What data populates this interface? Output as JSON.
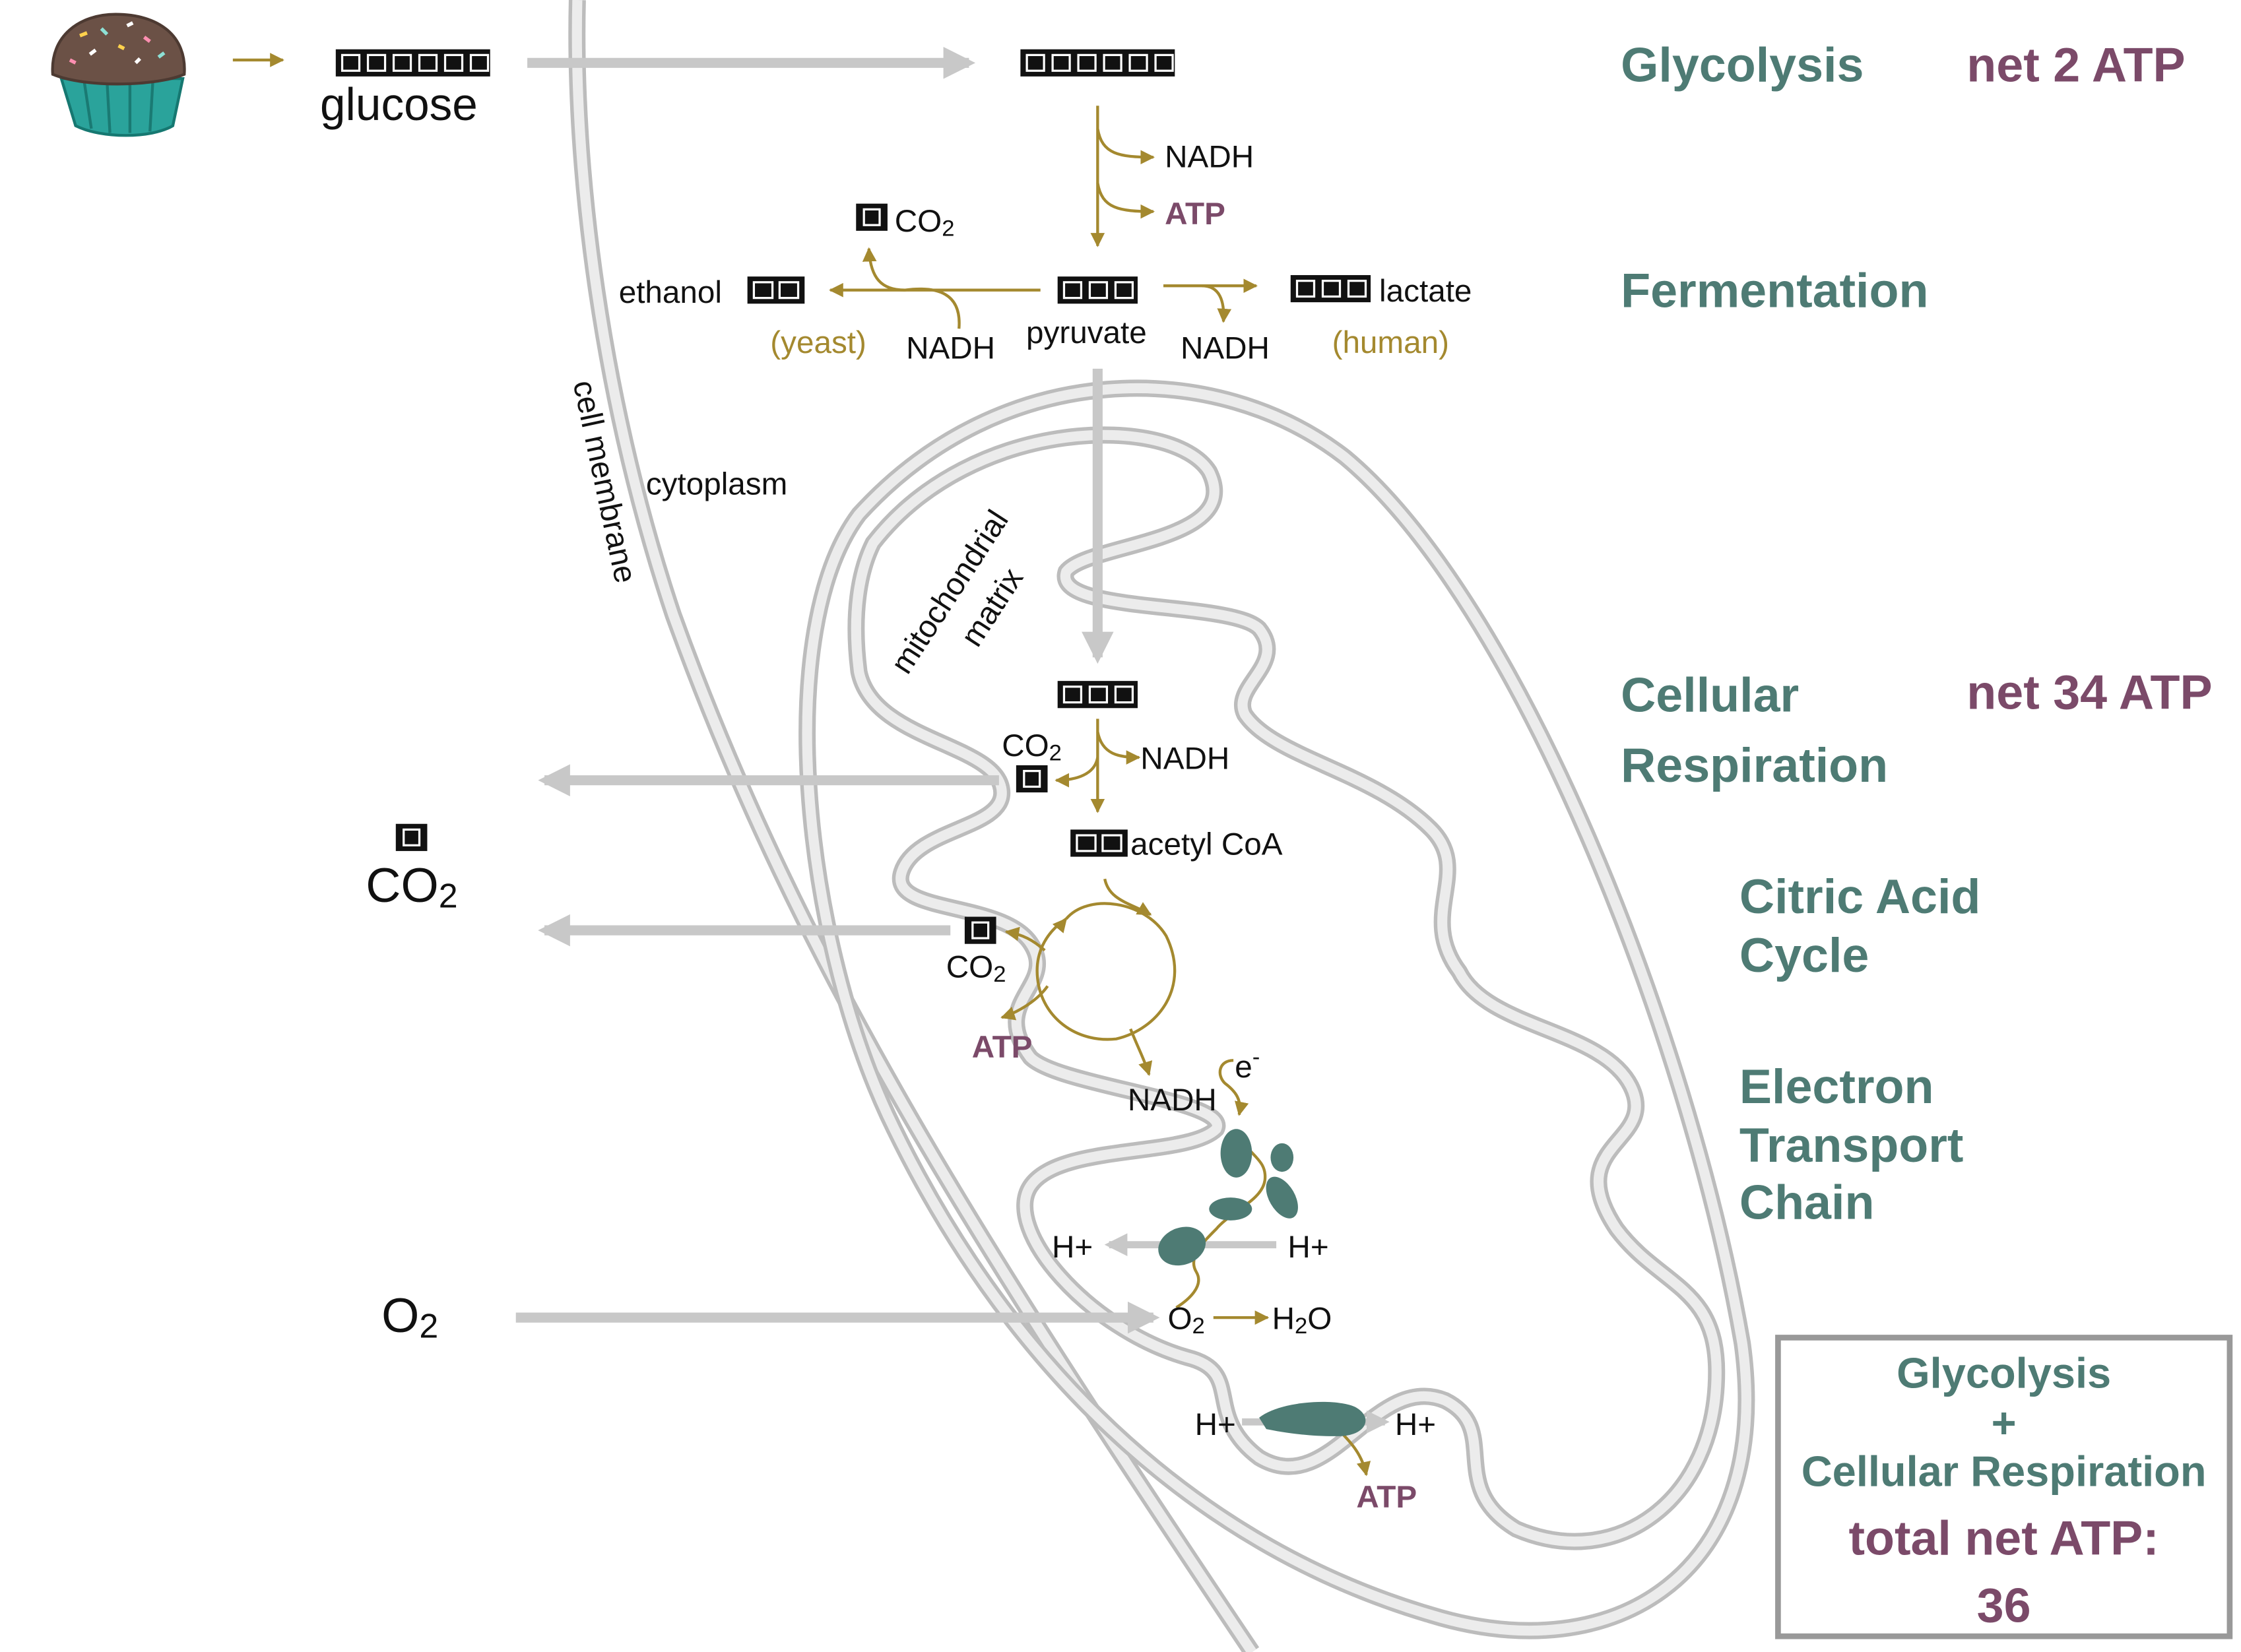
{
  "stages": {
    "glycolysis": "Glycolysis",
    "glycolysis_atp": "net 2 ATP",
    "fermentation": "Fermentation",
    "cellular_respiration_line1": "Cellular",
    "cellular_respiration_line2": "Respiration",
    "cellular_respiration_atp": "net 34 ATP",
    "citric_acid_line1": "Citric Acid",
    "citric_acid_line2": "Cycle",
    "etc_line1": "Electron",
    "etc_line2": "Transport",
    "etc_line3": "Chain"
  },
  "total": {
    "line1": "Glycolysis",
    "plus": "+",
    "line2": "Cellular Respiration",
    "line3": "total net ATP:",
    "value": "36"
  },
  "regions": {
    "cell_membrane": "cell membrane",
    "cytoplasm": "cytoplasm",
    "matrix_line1": "mitochondrial",
    "matrix_line2": "matrix"
  },
  "molecules": {
    "glucose": "glucose",
    "nadh": "NADH",
    "atp": "ATP",
    "co2_base": "CO",
    "co2_sub": "2",
    "o2_base": "O",
    "o2_sub": "2",
    "ethanol": "ethanol",
    "yeast": "(yeast)",
    "pyruvate": "pyruvate",
    "lactate": "lactate",
    "human": "(human)",
    "acetyl_coa": "acetyl CoA",
    "electron": "e",
    "electron_sup": "-",
    "h_plus": "H+",
    "h2o_h": "H",
    "h2o_2": "2",
    "h2o_o": "O"
  },
  "colors": {
    "teal": "#4e7b74",
    "plum": "#7b4a69",
    "gold": "#a4892f",
    "gray": "#c8c8c8"
  }
}
